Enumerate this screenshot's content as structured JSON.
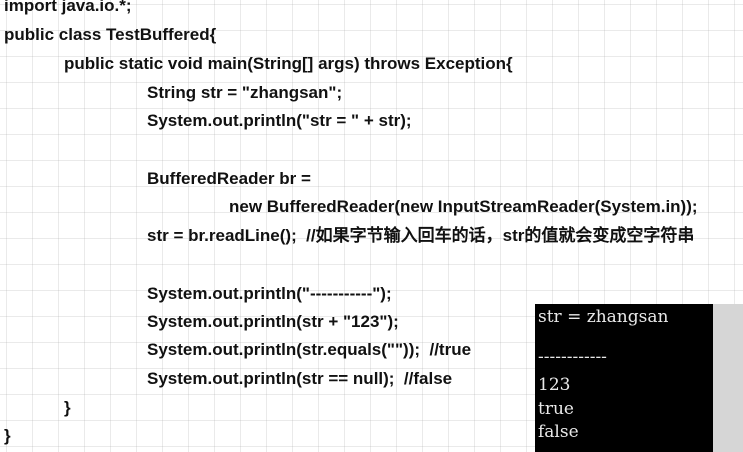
{
  "code": {
    "lines": [
      "import java.io.*;",
      "public class TestBuffered{",
      "public static void main(String[] args) throws Exception{",
      "String str = \"zhangsan\";",
      "System.out.println(\"str = \" + str);",
      "BufferedReader br =",
      "new BufferedReader(new InputStreamReader(System.in));",
      "str = br.readLine();  //如果字节输入回车的话，str的值就会变成空字符串",
      "System.out.println(\"-----------\");",
      "System.out.println(str + \"123\");",
      "System.out.println(str.equals(\"\"));  //true",
      "System.out.println(str == null);  //false",
      "}",
      "}"
    ]
  },
  "console": {
    "lines": [
      "str = zhangsan",
      "",
      "------------",
      "123",
      "true",
      "false"
    ]
  }
}
